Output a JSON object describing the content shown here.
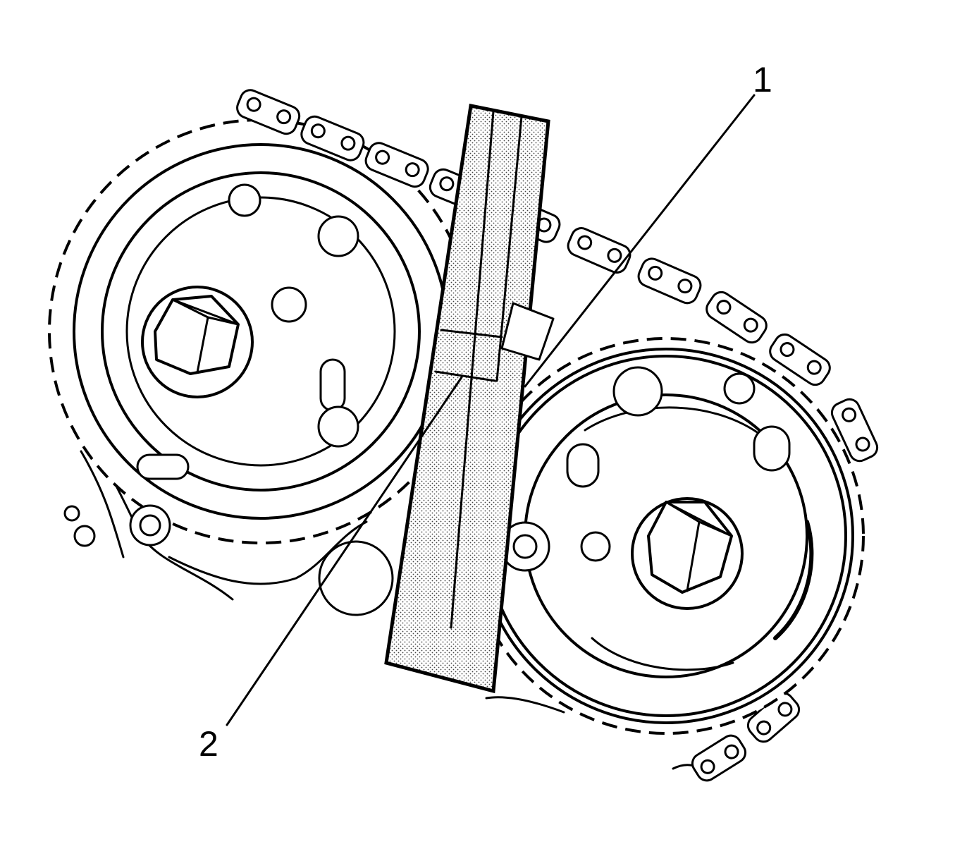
{
  "callouts": [
    {
      "id": "1",
      "label": "1"
    },
    {
      "id": "2",
      "label": "2"
    }
  ],
  "colors": {
    "ink": "#000000",
    "background": "#ffffff",
    "stipple": "#9a9a9a"
  }
}
